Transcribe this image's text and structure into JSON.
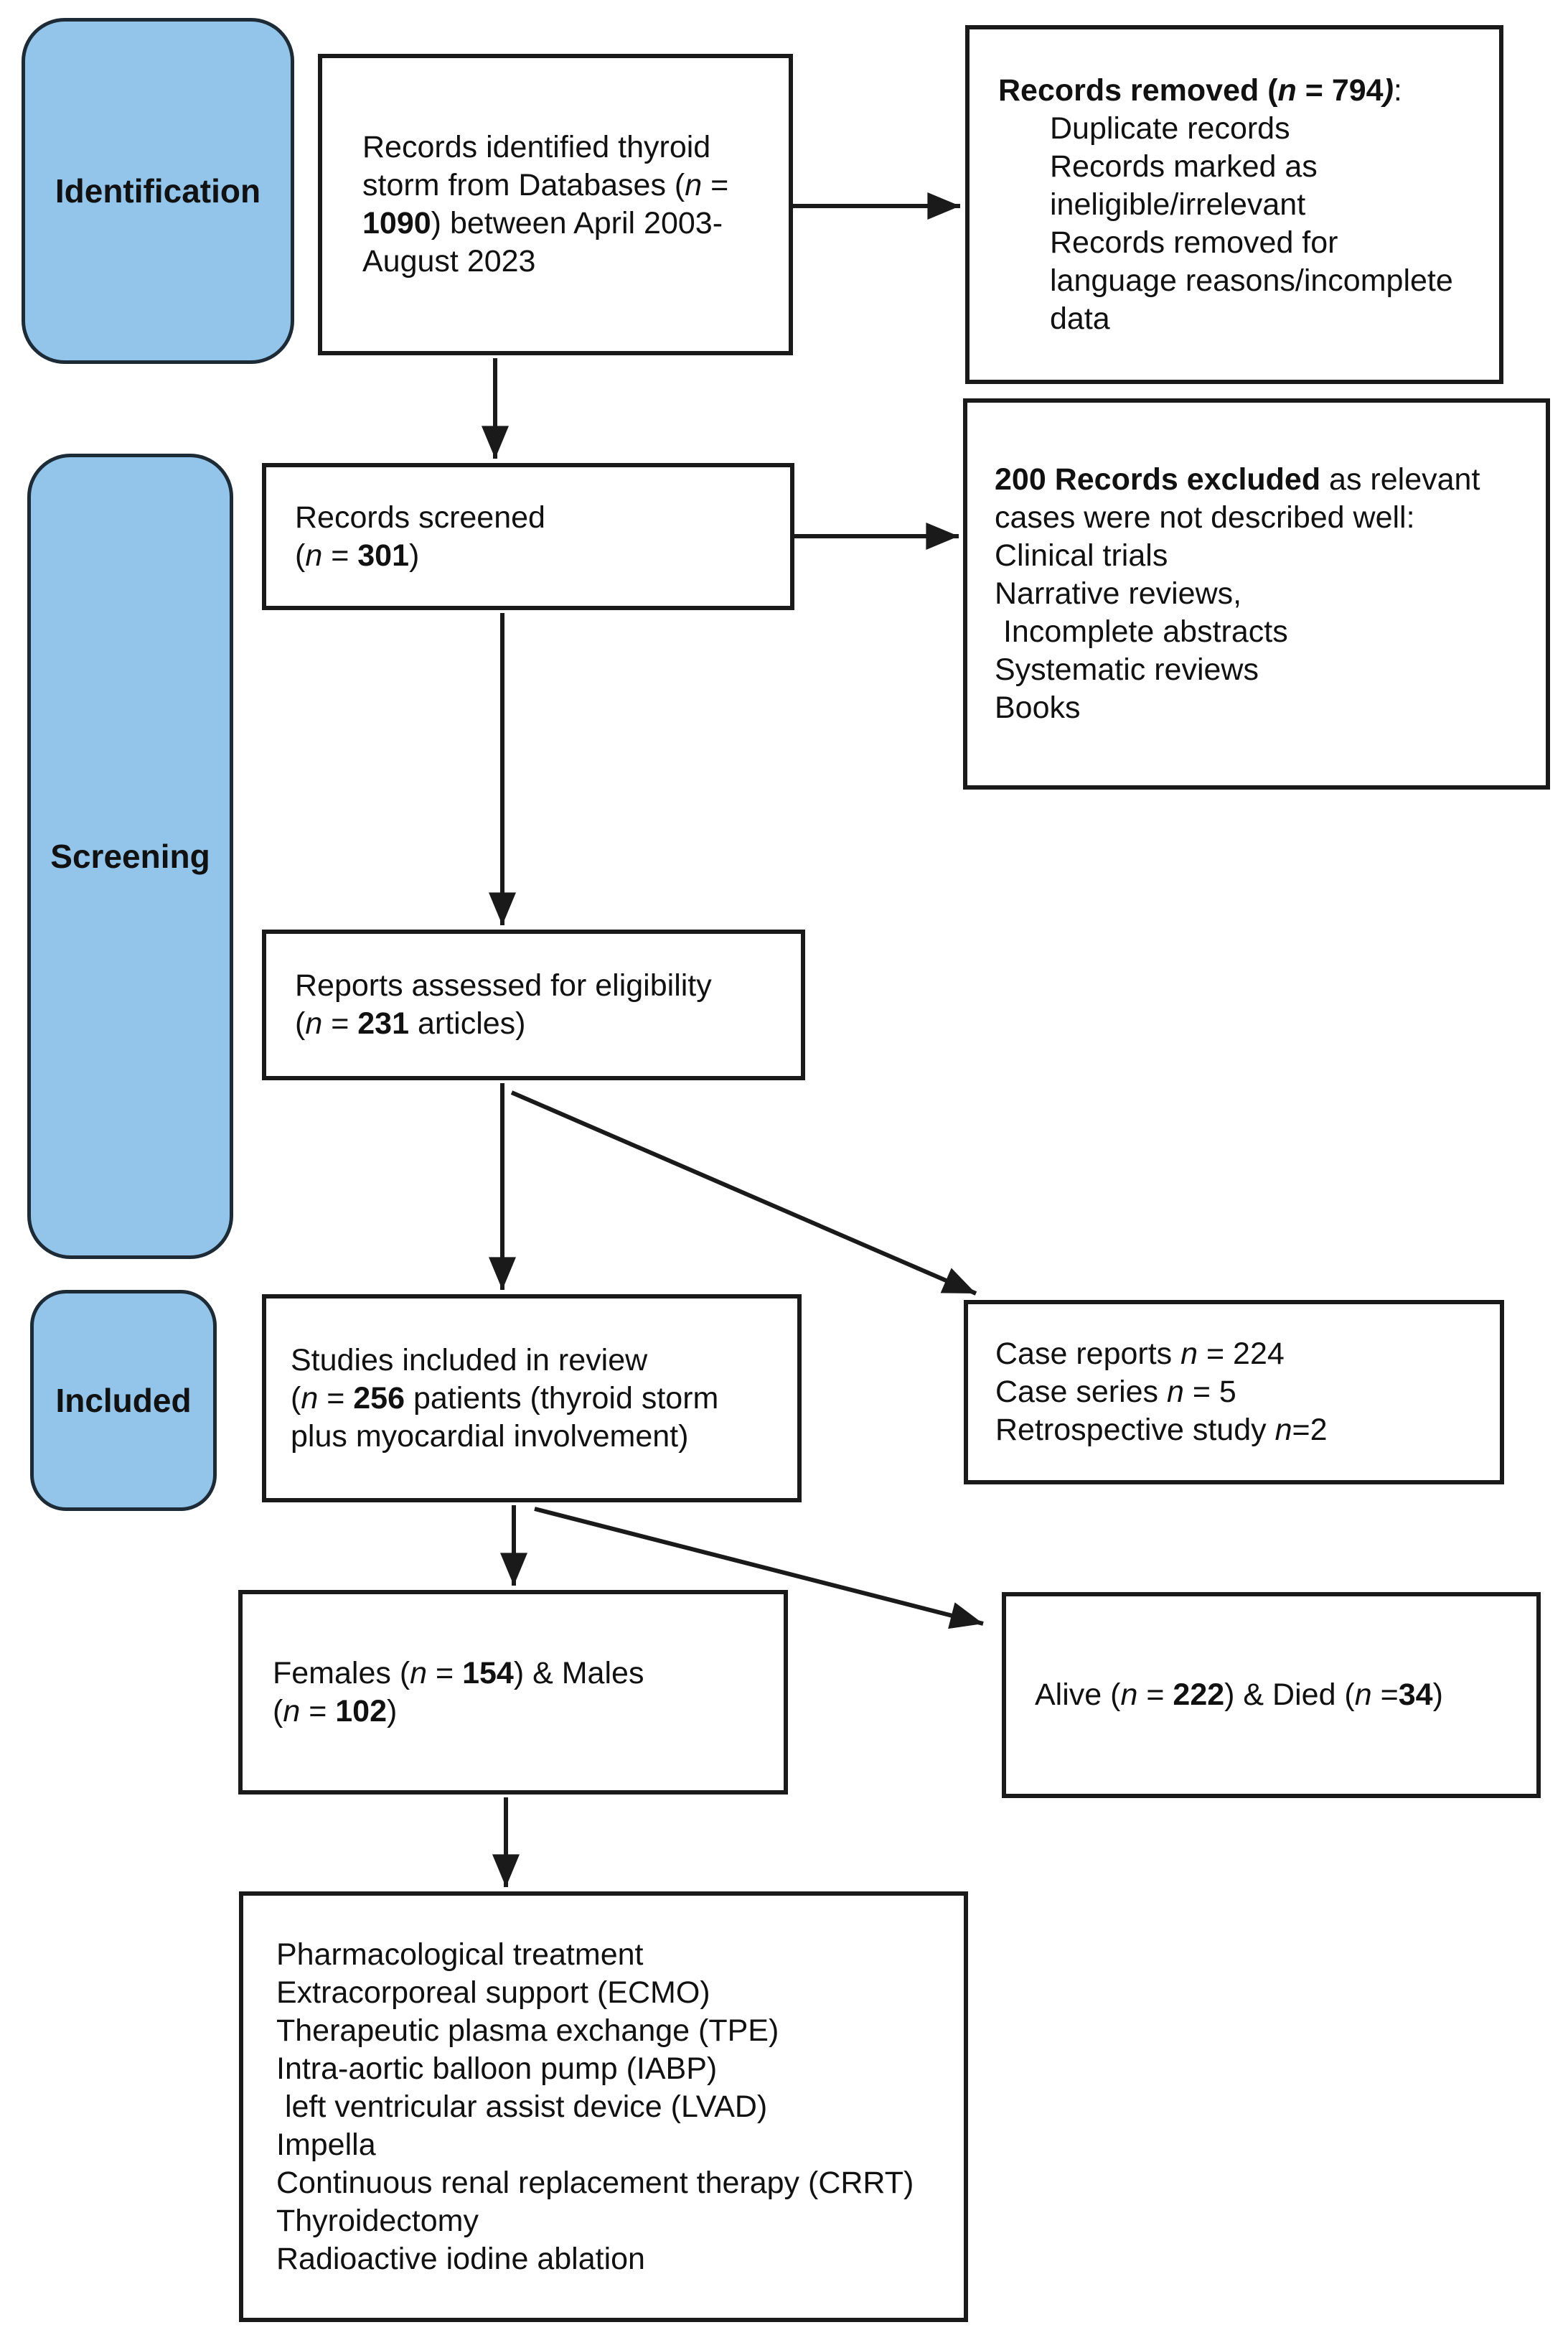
{
  "colors": {
    "stage_fill": "#92C5E9",
    "stage_border": "#1C2B36",
    "box_border": "#1A1A1A",
    "arrow": "#1A1A1A",
    "text": "#111111",
    "background": "#FFFFFF"
  },
  "stages": [
    {
      "label": "Identification"
    },
    {
      "label": "Screening"
    },
    {
      "label": "Included"
    }
  ],
  "boxes": {
    "records_identified": {
      "lines": [
        {
          "seg": [
            {
              "t": "Records identified thyroid",
              "s": ""
            }
          ]
        },
        {
          "seg": [
            {
              "t": "storm from Databases (",
              "s": ""
            },
            {
              "t": "n",
              "s": "i"
            },
            {
              "t": " =",
              "s": ""
            }
          ]
        },
        {
          "seg": [
            {
              "t": "1090",
              "s": "b"
            },
            {
              "t": ") between April 2003-",
              "s": ""
            }
          ]
        },
        {
          "seg": [
            {
              "t": "August 2023",
              "s": ""
            }
          ]
        }
      ]
    },
    "records_removed": {
      "lines": [
        {
          "seg": [
            {
              "t": "Records removed (",
              "s": "b"
            },
            {
              "t": "n",
              "s": "bi"
            },
            {
              "t": " = 794",
              "s": "b"
            },
            {
              "t": ")",
              "s": "bi"
            },
            {
              "t": ":",
              "s": ""
            }
          ]
        },
        {
          "ind": true,
          "seg": [
            {
              "t": "Duplicate records",
              "s": ""
            }
          ]
        },
        {
          "ind": true,
          "seg": [
            {
              "t": "Records marked as",
              "s": ""
            }
          ]
        },
        {
          "ind": true,
          "seg": [
            {
              "t": "ineligible/irrelevant",
              "s": ""
            }
          ]
        },
        {
          "ind": true,
          "seg": [
            {
              "t": "Records removed for",
              "s": ""
            }
          ]
        },
        {
          "ind": true,
          "seg": [
            {
              "t": "language reasons/incomplete",
              "s": ""
            }
          ]
        },
        {
          "ind": true,
          "seg": [
            {
              "t": "data",
              "s": ""
            }
          ]
        }
      ]
    },
    "records_screened": {
      "lines": [
        {
          "seg": [
            {
              "t": "Records screened",
              "s": ""
            }
          ]
        },
        {
          "seg": [
            {
              "t": "(",
              "s": ""
            },
            {
              "t": "n",
              "s": "i"
            },
            {
              "t": " = ",
              "s": ""
            },
            {
              "t": "301",
              "s": "b"
            },
            {
              "t": ")",
              "s": ""
            }
          ]
        }
      ]
    },
    "records_excluded": {
      "lines": [
        {
          "seg": [
            {
              "t": "200 Records excluded",
              "s": "b"
            },
            {
              "t": " as relevant",
              "s": ""
            }
          ]
        },
        {
          "seg": [
            {
              "t": "cases were not described well:",
              "s": ""
            }
          ]
        },
        {
          "seg": [
            {
              "t": "Clinical trials",
              "s": ""
            }
          ]
        },
        {
          "seg": [
            {
              "t": "Narrative reviews,",
              "s": ""
            }
          ]
        },
        {
          "seg": [
            {
              "t": " Incomplete abstracts",
              "s": ""
            }
          ]
        },
        {
          "seg": [
            {
              "t": "Systematic reviews",
              "s": ""
            }
          ]
        },
        {
          "seg": [
            {
              "t": "Books",
              "s": ""
            }
          ]
        }
      ]
    },
    "reports_assessed": {
      "lines": [
        {
          "seg": [
            {
              "t": "Reports assessed for eligibility",
              "s": ""
            }
          ]
        },
        {
          "seg": [
            {
              "t": "(",
              "s": ""
            },
            {
              "t": "n",
              "s": "i"
            },
            {
              "t": " = ",
              "s": ""
            },
            {
              "t": "231",
              "s": "b"
            },
            {
              "t": " articles)",
              "s": ""
            }
          ]
        }
      ]
    },
    "case_reports": {
      "lines": [
        {
          "seg": [
            {
              "t": "Case reports ",
              "s": ""
            },
            {
              "t": "n",
              "s": "i"
            },
            {
              "t": " = 224",
              "s": ""
            }
          ]
        },
        {
          "seg": [
            {
              "t": "Case series ",
              "s": ""
            },
            {
              "t": "n",
              "s": "i"
            },
            {
              "t": " = 5",
              "s": ""
            }
          ]
        },
        {
          "seg": [
            {
              "t": "Retrospective study ",
              "s": ""
            },
            {
              "t": "n",
              "s": "i"
            },
            {
              "t": "=2",
              "s": ""
            }
          ]
        }
      ]
    },
    "studies_included": {
      "lines": [
        {
          "seg": [
            {
              "t": "Studies included in review",
              "s": ""
            }
          ]
        },
        {
          "seg": [
            {
              "t": "(",
              "s": ""
            },
            {
              "t": "n",
              "s": "i"
            },
            {
              "t": " = ",
              "s": ""
            },
            {
              "t": "256",
              "s": "b"
            },
            {
              "t": " patients (thyroid storm",
              "s": ""
            }
          ]
        },
        {
          "seg": [
            {
              "t": "plus myocardial involvement)",
              "s": ""
            }
          ]
        }
      ]
    },
    "females_males": {
      "lines": [
        {
          "seg": [
            {
              "t": "Females (",
              "s": ""
            },
            {
              "t": "n",
              "s": "i"
            },
            {
              "t": " = ",
              "s": ""
            },
            {
              "t": "154",
              "s": "b"
            },
            {
              "t": ") & Males",
              "s": ""
            }
          ]
        },
        {
          "seg": [
            {
              "t": "(",
              "s": ""
            },
            {
              "t": "n",
              "s": "i"
            },
            {
              "t": " = ",
              "s": ""
            },
            {
              "t": "102",
              "s": "b"
            },
            {
              "t": ")",
              "s": ""
            }
          ]
        }
      ]
    },
    "alive_died": {
      "lines": [
        {
          "seg": [
            {
              "t": "Alive (",
              "s": ""
            },
            {
              "t": "n",
              "s": "i"
            },
            {
              "t": " = ",
              "s": ""
            },
            {
              "t": "222",
              "s": "b"
            },
            {
              "t": ") & Died (",
              "s": ""
            },
            {
              "t": "n",
              "s": "i"
            },
            {
              "t": " =",
              "s": ""
            },
            {
              "t": "34",
              "s": "b"
            },
            {
              "t": ")",
              "s": ""
            }
          ]
        }
      ]
    },
    "treatments": {
      "lines": [
        {
          "seg": [
            {
              "t": "Pharmacological treatment",
              "s": ""
            }
          ]
        },
        {
          "seg": [
            {
              "t": "Extracorporeal support (ECMO)",
              "s": ""
            }
          ]
        },
        {
          "seg": [
            {
              "t": "Therapeutic plasma exchange (TPE)",
              "s": ""
            }
          ]
        },
        {
          "seg": [
            {
              "t": "Intra-aortic balloon pump (IABP)",
              "s": ""
            }
          ]
        },
        {
          "seg": [
            {
              "t": " left ventricular assist device (LVAD)",
              "s": ""
            }
          ]
        },
        {
          "seg": [
            {
              "t": "Impella",
              "s": ""
            }
          ]
        },
        {
          "seg": [
            {
              "t": "Continuous renal replacement therapy (CRRT)",
              "s": ""
            }
          ]
        },
        {
          "seg": [
            {
              "t": "Thyroidectomy",
              "s": ""
            }
          ]
        },
        {
          "seg": [
            {
              "t": "Radioactive iodine ablation",
              "s": ""
            }
          ]
        }
      ]
    }
  }
}
